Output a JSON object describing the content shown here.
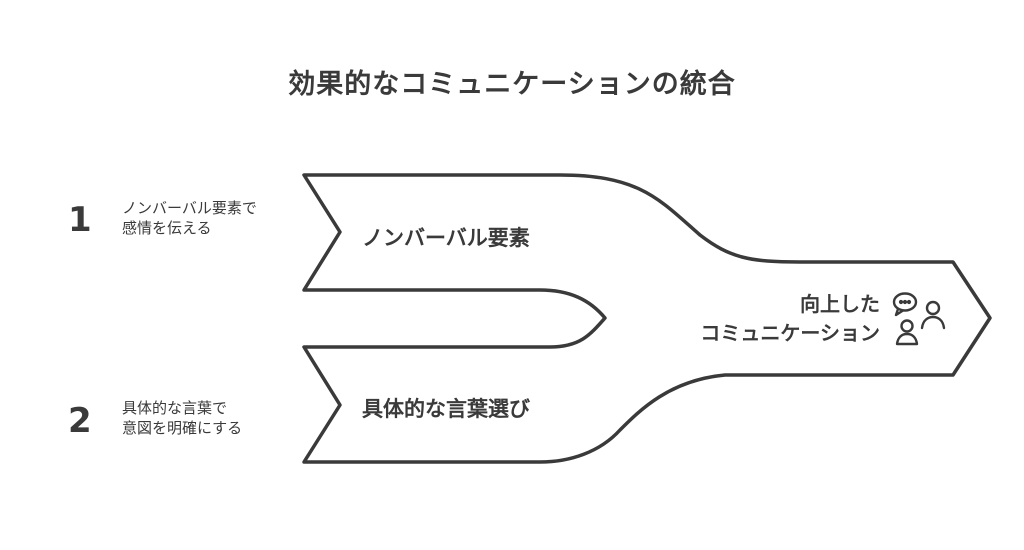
{
  "title": "効果的なコミュニケーションの統合",
  "inputs": [
    {
      "number": "1",
      "description_line1": "ノンバーバル要素で",
      "description_line2": "感情を伝える",
      "label": "ノンバーバル要素"
    },
    {
      "number": "2",
      "description_line1": "具体的な言葉で",
      "description_line2": "意図を明確にする",
      "label": "具体的な言葉選び"
    }
  ],
  "output": {
    "label_line1": "向上した",
    "label_line2": "コミュニケーション",
    "icon": "people-chat-icon"
  }
}
